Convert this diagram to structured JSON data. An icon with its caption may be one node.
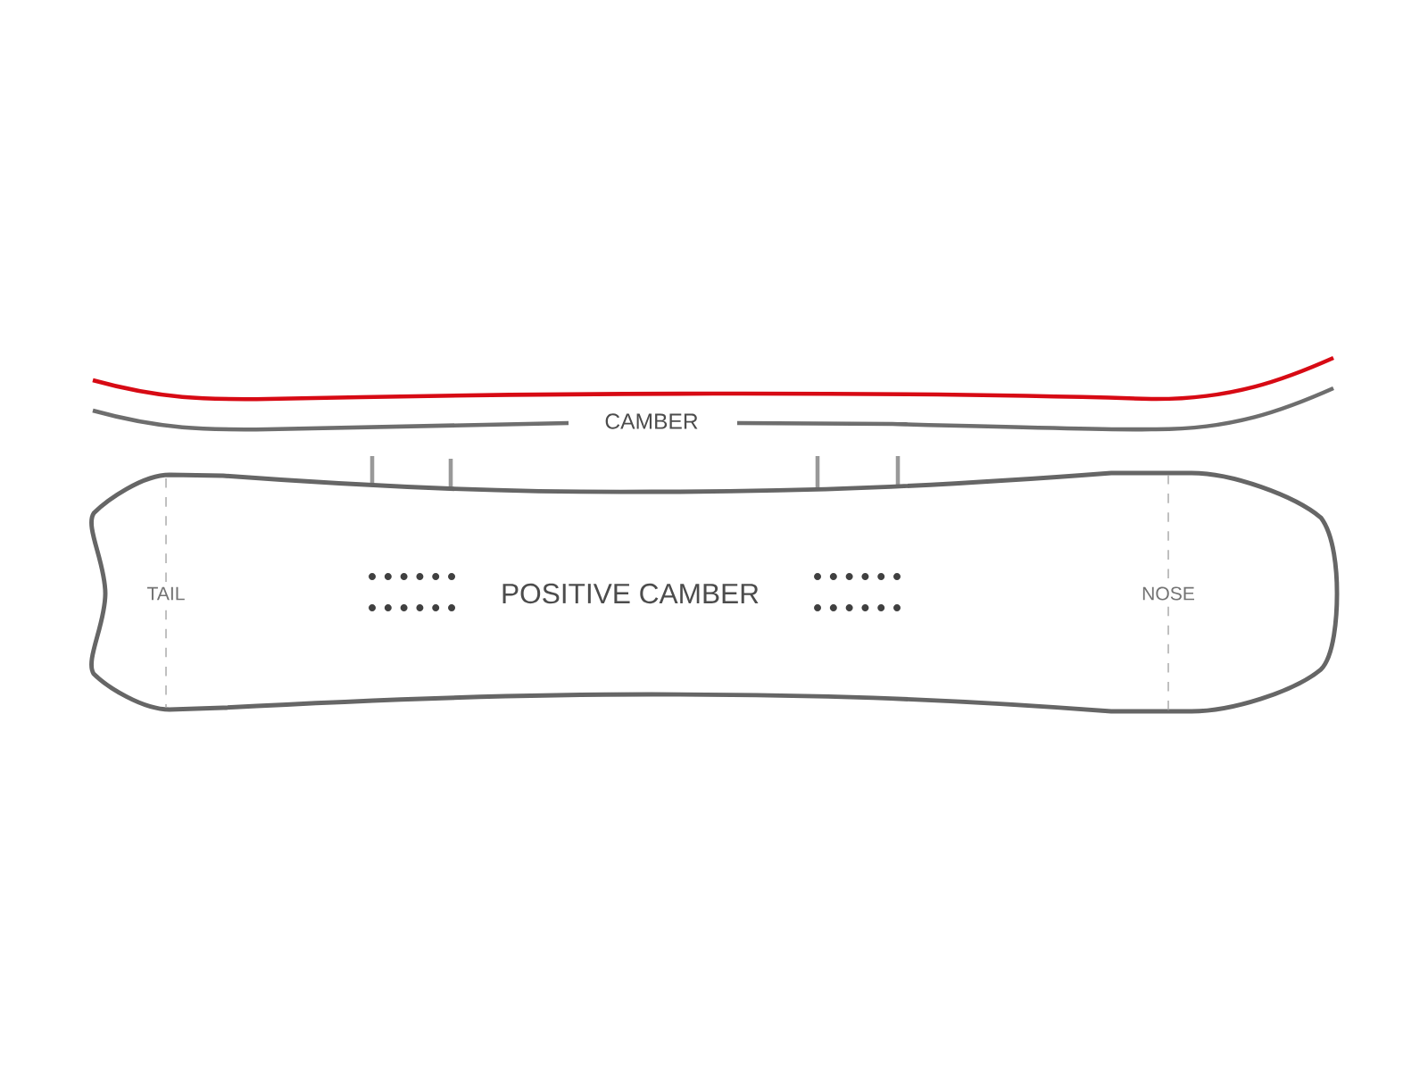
{
  "diagram": {
    "nodes": [
      {
        "text": [
          "TAIL",
          "POSITIVE CAMBER",
          "NOSE"
        ]
      }
    ],
    "labels": [
      "CAMBER"
    ]
  }
}
